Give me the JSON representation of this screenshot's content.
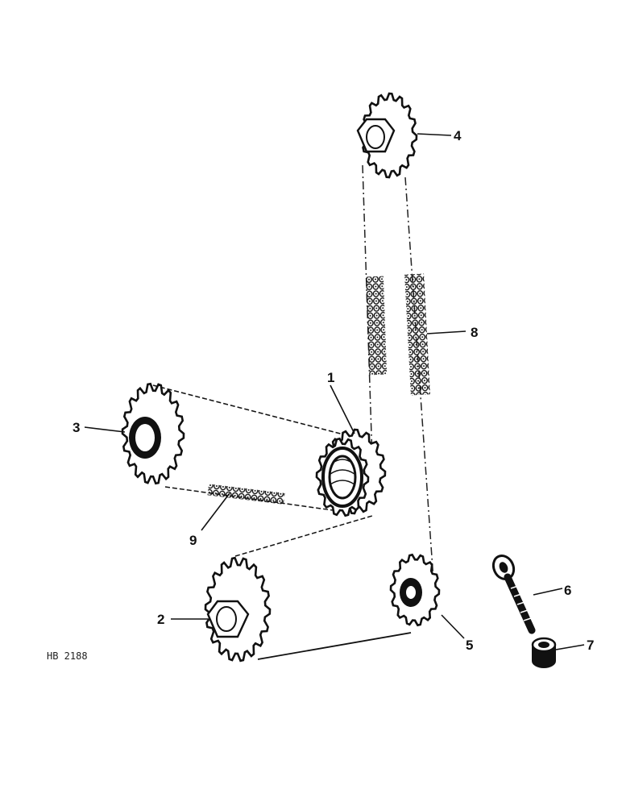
{
  "callouts": {
    "c1": "1",
    "c2": "2",
    "c3": "3",
    "c4": "4",
    "c5": "5",
    "c6": "6",
    "c7": "7",
    "c8": "8",
    "c9": "9"
  },
  "figure_code": "HB 2188",
  "colors": {
    "ink": "#111111",
    "paper": "#ffffff"
  }
}
